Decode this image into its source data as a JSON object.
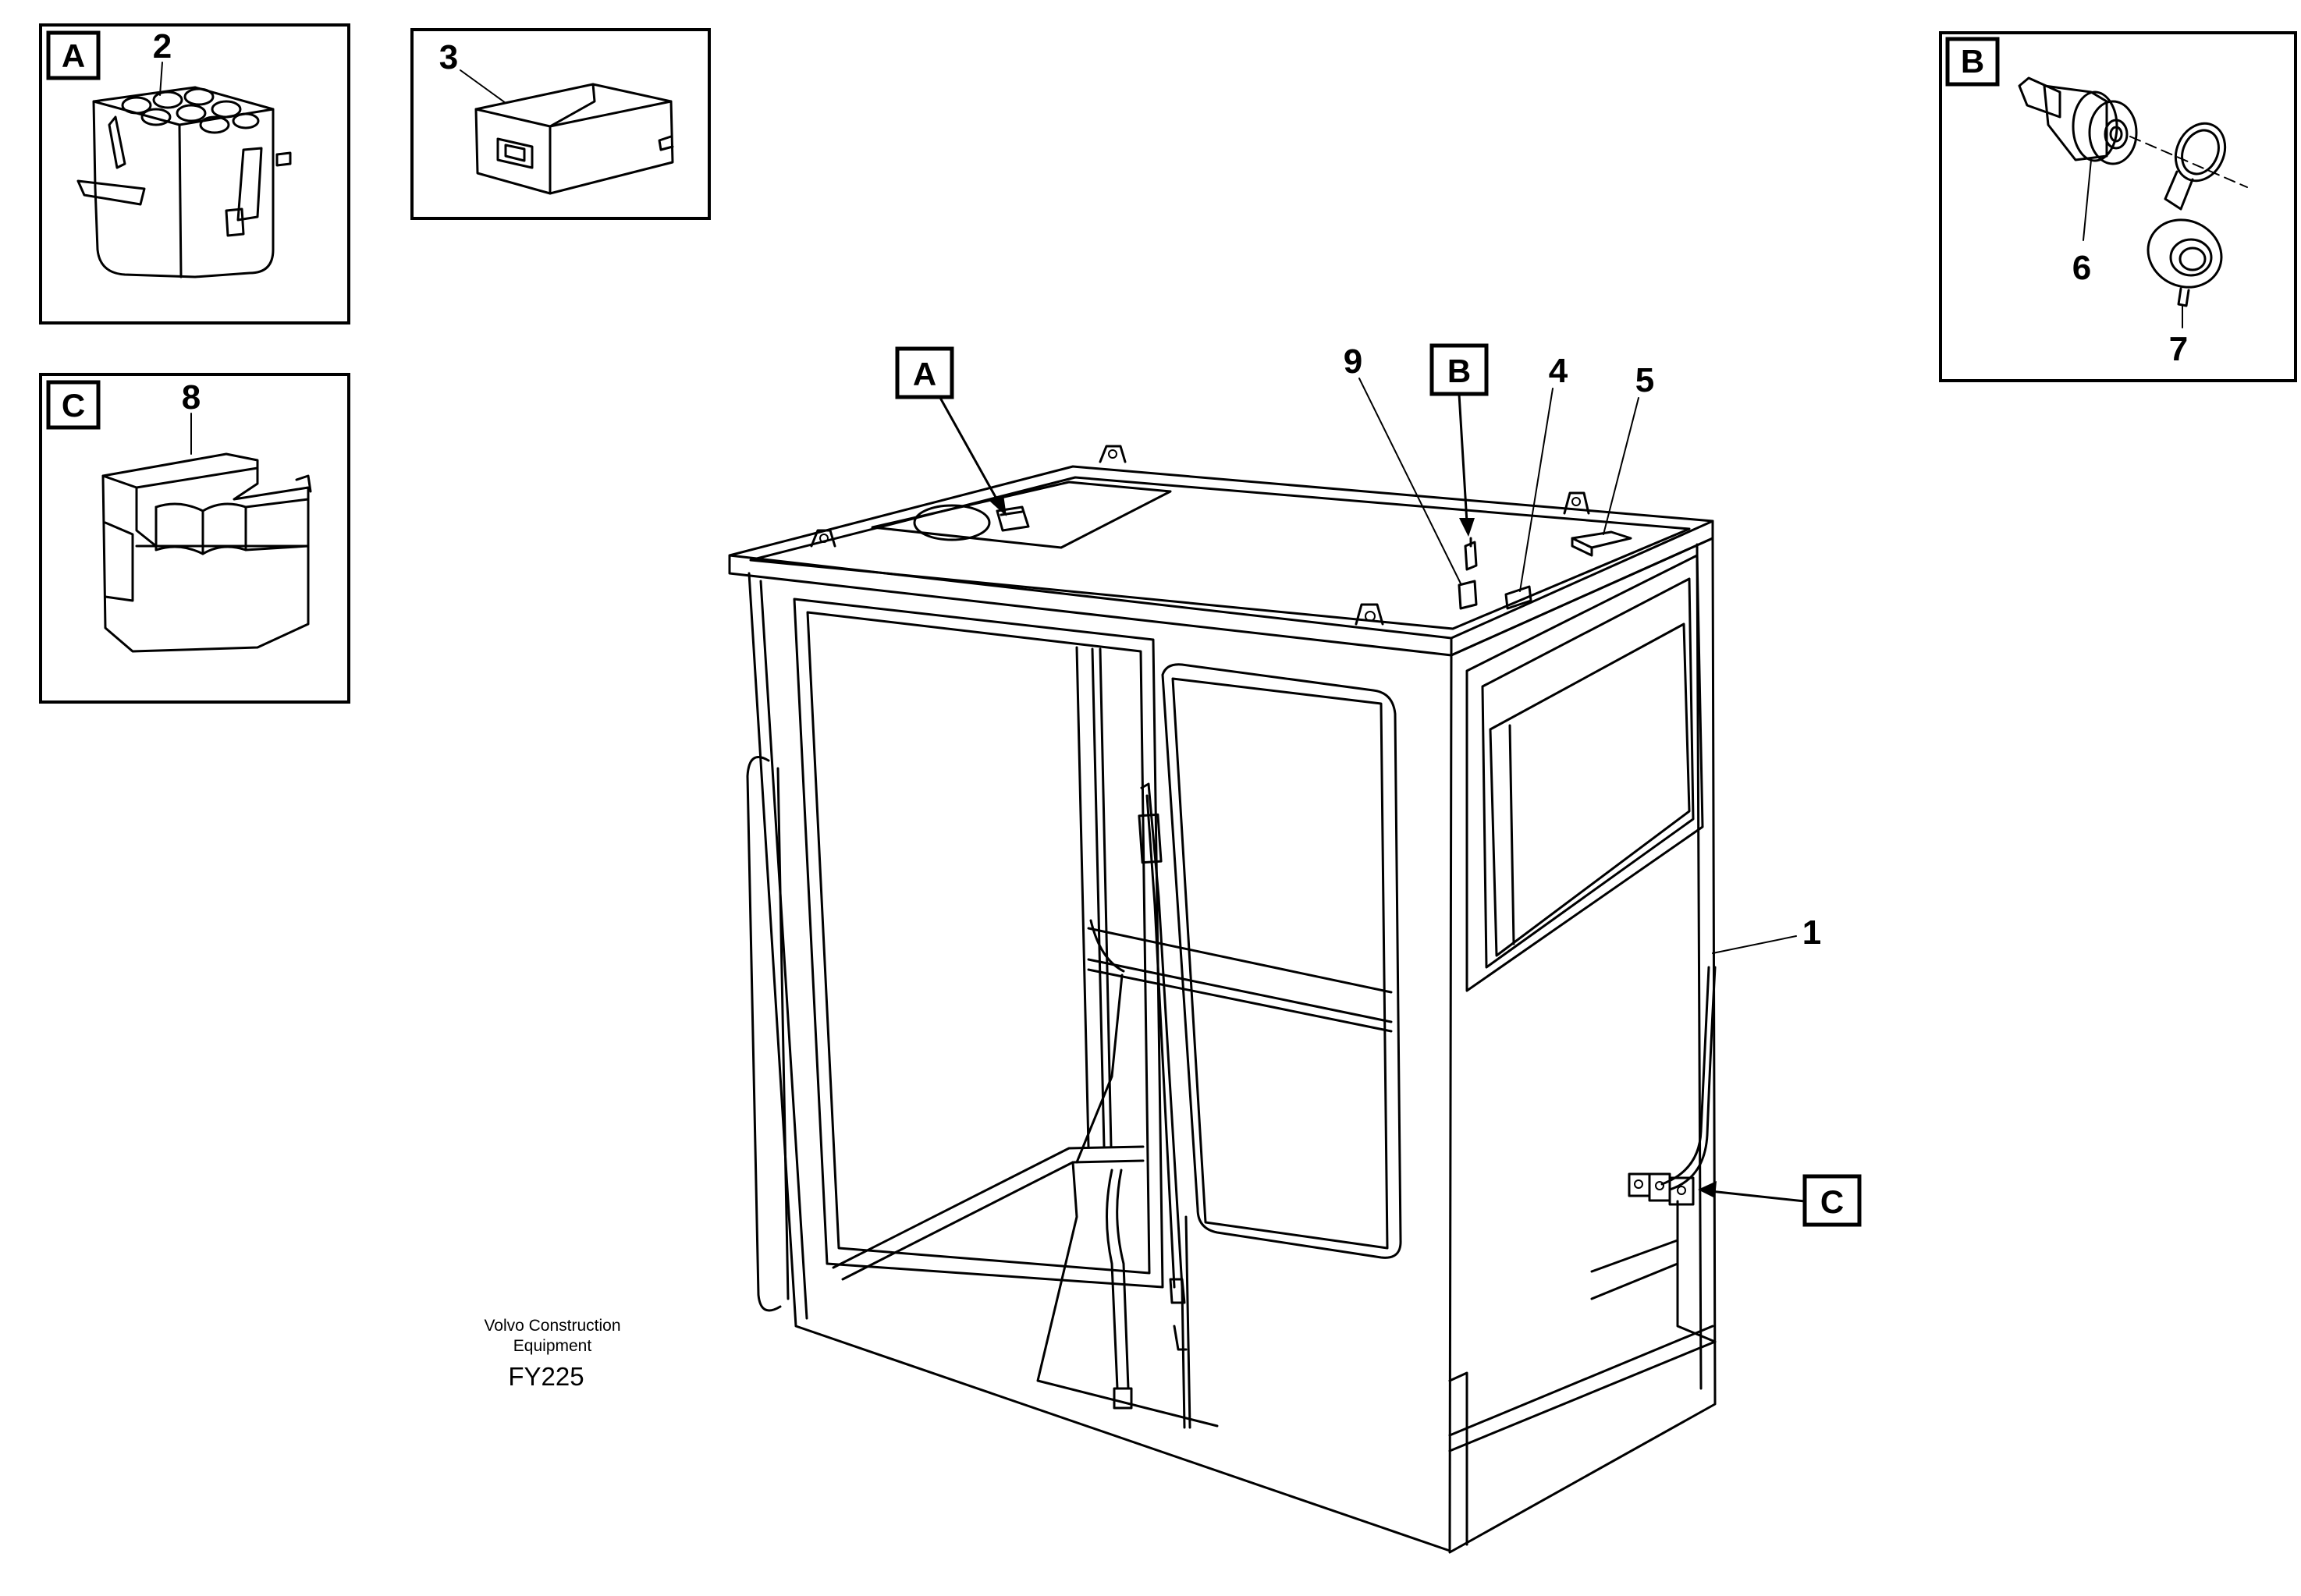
{
  "diagram": {
    "detail_panels": [
      {
        "tag": "A",
        "part_number": "2"
      },
      {
        "part_number": "3"
      },
      {
        "tag": "B",
        "part_numbers": [
          "6",
          "7"
        ]
      },
      {
        "tag": "C",
        "part_number": "8"
      }
    ],
    "main_callouts": {
      "tag_a": "A",
      "tag_b": "B",
      "tag_c": "C",
      "part_1": "1",
      "part_4": "4",
      "part_5": "5",
      "part_9": "9"
    },
    "credit": {
      "line1": "Volvo Construction",
      "line2": "Equipment",
      "code": "FY225"
    }
  }
}
